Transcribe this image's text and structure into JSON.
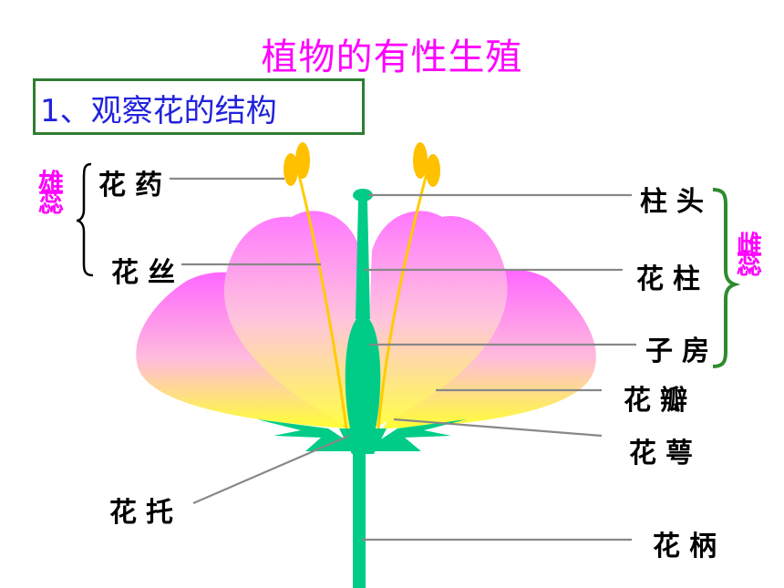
{
  "title": "植物的有性生殖",
  "section": "1、观察花的结构",
  "groups": {
    "stamen": "雄蕊",
    "pistil": "雌蕊"
  },
  "labels": {
    "anther": "花药",
    "filament": "花丝",
    "stigma": "柱头",
    "style": "花柱",
    "ovary": "子房",
    "petal": "花瓣",
    "sepal": "花萼",
    "receptacle": "花托",
    "pedicel": "花柄"
  },
  "colors": {
    "title": "#ff00ff",
    "section_text": "#2222dd",
    "section_border": "#2e7d32",
    "group_label": "#ff00ff",
    "petal_top": "#ff66ff",
    "petal_bottom": "#ffff33",
    "stem": "#00cc88",
    "stamen": "#ffcc00",
    "pointer_line": "#888888",
    "pistil_bracket": "#2e8b2e"
  }
}
